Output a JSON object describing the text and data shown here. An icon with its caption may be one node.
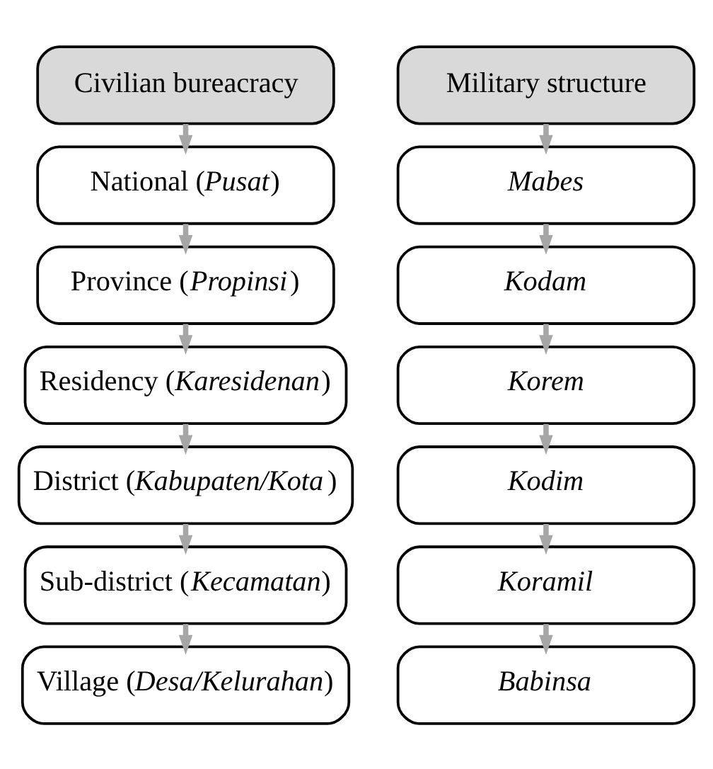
{
  "diagram": {
    "nodes": [
      {
        "text": [
          "Civilian bureacracy"
        ]
      },
      {
        "text": [
          "National (*Pusat*)"
        ]
      },
      {
        "text": [
          "Province (*Propinsi*)"
        ]
      },
      {
        "text": [
          "Residency (*Karesidenan*)"
        ]
      },
      {
        "text": [
          "District (*Kabupaten/Kota*)"
        ]
      },
      {
        "text": [
          "Sub-district (*Kecamatan*)"
        ]
      },
      {
        "text": [
          "Village (*Desa/Kelurahan*)"
        ]
      },
      {
        "text": [
          "Military structure"
        ]
      },
      {
        "text": [
          "Mabes"
        ]
      },
      {
        "text": [
          "Kodam"
        ]
      },
      {
        "text": [
          "Korem"
        ]
      },
      {
        "text": [
          "Kodim"
        ]
      },
      {
        "text": [
          "Koramil"
        ]
      },
      {
        "text": [
          "Babinsa"
        ]
      }
    ],
    "edges": [
      {
        "from": 0,
        "to": 1,
        "arrow": "to"
      },
      {
        "from": 1,
        "to": 2,
        "arrow": "to"
      },
      {
        "from": 2,
        "to": 3,
        "arrow": "to"
      },
      {
        "from": 3,
        "to": 4,
        "arrow": "to"
      },
      {
        "from": 4,
        "to": 5,
        "arrow": "to"
      },
      {
        "from": 5,
        "to": 6,
        "arrow": "to"
      },
      {
        "from": 7,
        "to": 8,
        "arrow": "to"
      },
      {
        "from": 8,
        "to": 9,
        "arrow": "to"
      },
      {
        "from": 9,
        "to": 10,
        "arrow": "to"
      },
      {
        "from": 10,
        "to": 11,
        "arrow": "to"
      },
      {
        "from": 11,
        "to": 12,
        "arrow": "to"
      },
      {
        "from": 12,
        "to": 13,
        "arrow": "to"
      }
    ]
  }
}
